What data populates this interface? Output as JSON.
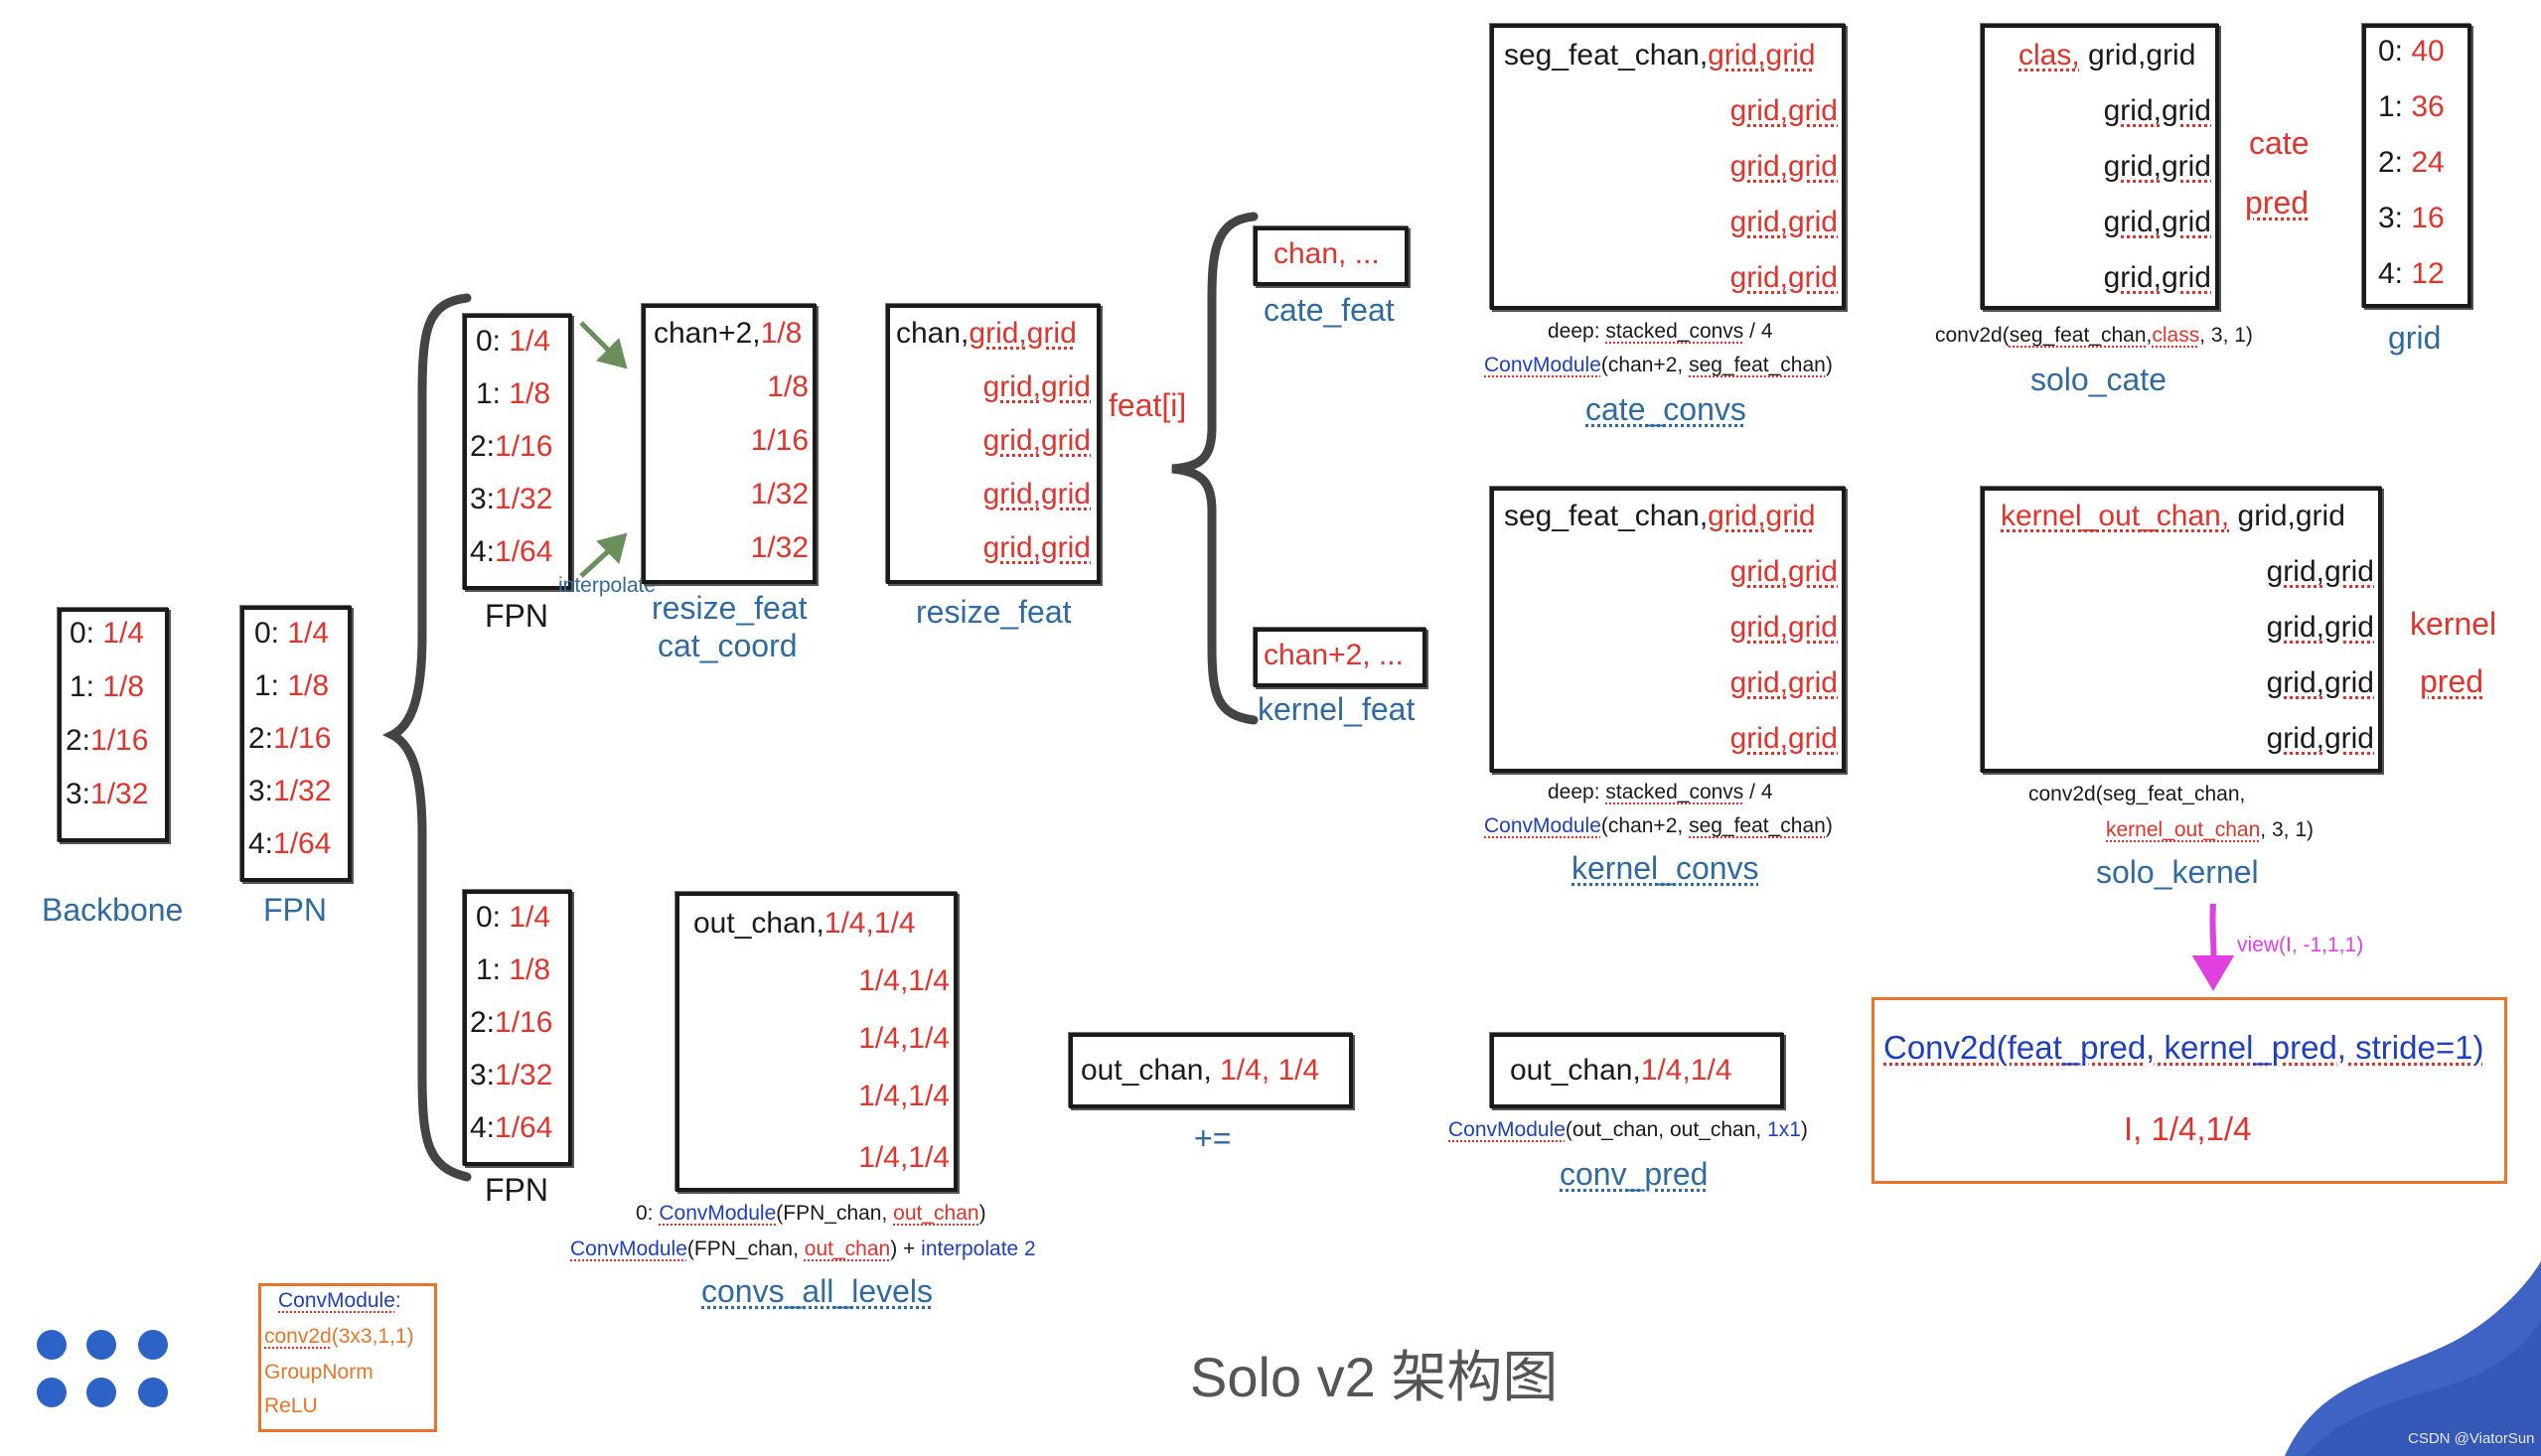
{
  "backbone": {
    "rows": [
      [
        "0: ",
        "1/4"
      ],
      [
        "1: ",
        "1/8"
      ],
      [
        "2:",
        "1/16"
      ],
      [
        "3:",
        "1/32"
      ]
    ],
    "label": "Backbone"
  },
  "fpn_main": {
    "rows": [
      [
        "0: ",
        "1/4"
      ],
      [
        "1: ",
        "1/8"
      ],
      [
        "2:",
        "1/16"
      ],
      [
        "3:",
        "1/32"
      ],
      [
        "4:",
        "1/64"
      ]
    ],
    "label": "FPN"
  },
  "fpn_top": {
    "rows": [
      [
        "0: ",
        "1/4"
      ],
      [
        "1: ",
        "1/8"
      ],
      [
        "2:",
        "1/16"
      ],
      [
        "3:",
        "1/32"
      ],
      [
        "4:",
        "1/64"
      ]
    ],
    "label": "FPN"
  },
  "fpn_bottom": {
    "rows": [
      [
        "0: ",
        "1/4"
      ],
      [
        "1: ",
        "1/8"
      ],
      [
        "2:",
        "1/16"
      ],
      [
        "3:",
        "1/32"
      ],
      [
        "4:",
        "1/64"
      ]
    ],
    "label": "FPN"
  },
  "interpolate_label": "interpolate",
  "resize_cat": {
    "first_black": "chan+2,",
    "first_red": "1/8",
    "rows": [
      "1/8",
      "1/16",
      "1/32",
      "1/32"
    ],
    "label1": "resize_feat",
    "label2": "cat_coord"
  },
  "resize_feat": {
    "first_black": "chan,",
    "first_red": "grid,grid",
    "rows": [
      "grid,grid",
      "grid,grid",
      "grid,grid",
      "grid,grid"
    ],
    "label": "resize_feat"
  },
  "feat_i": "feat[i]",
  "cate_feat": {
    "text": "chan, ...",
    "label": "cate_feat"
  },
  "kernel_feat": {
    "text": "chan+2, ...",
    "label": "kernel_feat"
  },
  "cate_convs": {
    "first_black": "seg_feat_chan,",
    "first_red": "grid,grid",
    "rows": [
      "grid,grid",
      "grid,grid",
      "grid,grid",
      "grid,grid"
    ],
    "note1_a": "deep: ",
    "note1_b": "stacked_convs",
    "note1_c": " / 4",
    "note2_a": "ConvModule",
    "note2_b": "(chan+2, ",
    "note2_c": "seg_feat_chan",
    "note2_d": ")",
    "label": "cate_convs"
  },
  "kernel_convs": {
    "first_black": "seg_feat_chan,",
    "first_red": "grid,grid",
    "rows": [
      "grid,grid",
      "grid,grid",
      "grid,grid",
      "grid,grid"
    ],
    "note1_a": "deep: ",
    "note1_b": "stacked_convs",
    "note1_c": " / 4",
    "note2_a": "ConvModule",
    "note2_b": "(chan+2, ",
    "note2_c": "seg_feat_chan",
    "note2_d": ")",
    "label": "kernel_convs"
  },
  "solo_cate": {
    "first_red": "clas,",
    "first_black": " grid,grid",
    "rows": [
      "grid,grid",
      "grid,grid",
      "grid,grid",
      "grid,grid"
    ],
    "side1": "cate",
    "side2": "pred",
    "note_a": "conv2d(",
    "note_b": "seg_feat_chan",
    "note_c": ",",
    "note_d": "class",
    "note_e": ", 3, 1)",
    "label": "solo_cate"
  },
  "grid": {
    "rows": [
      [
        "0: ",
        "40"
      ],
      [
        "1: ",
        "36"
      ],
      [
        "2: ",
        "24"
      ],
      [
        "3: ",
        "16"
      ],
      [
        "4: ",
        "12"
      ]
    ],
    "label": "grid"
  },
  "solo_kernel": {
    "first_red": "kernel_out_chan,",
    "first_black": " grid,grid",
    "rows": [
      "grid,grid",
      "grid,grid",
      "grid,grid",
      "grid,grid"
    ],
    "side1": "kernel",
    "side2": "pred",
    "note1": "conv2d(seg_feat_chan,",
    "note2_red": "kernel_out_chan",
    "note2_b": ", 3, 1)",
    "label": "solo_kernel"
  },
  "view_label": "view(I, -1,1,1)",
  "final": {
    "line1": "Conv2d(feat_pred, kernel_pred, stride=1)",
    "line2": "I, 1/4,1/4"
  },
  "convs_all_levels": {
    "first_black": "out_chan,",
    "first_red": "1/4,1/4",
    "rows": [
      "1/4,1/4",
      "1/4,1/4",
      "1/4,1/4",
      "1/4,1/4"
    ],
    "note1_a": "0: ",
    "note1_b": "ConvModule",
    "note1_c": "(FPN_chan, ",
    "note1_d": "out_chan",
    "note1_e": ")",
    "note2_a": "ConvModule",
    "note2_b": "(FPN_chan, ",
    "note2_c": "out_chan",
    "note2_d": ") + ",
    "note2_e": "interpolate 2",
    "label": "convs_all_levels"
  },
  "sum_box": {
    "black": "out_chan,",
    "red": " 1/4, 1/4",
    "label": "+="
  },
  "conv_pred": {
    "black": "out_chan,",
    "red": "1/4,1/4",
    "note_a": "ConvModule",
    "note_b": "(out_chan, out_chan, ",
    "note_c": "1x1",
    "note_d": ")",
    "label": "conv_pred"
  },
  "legend": {
    "title": "ConvModule",
    "title_colon": ":",
    "l1": "conv2d",
    "l1b": "(3x3,1,1)",
    "l2": "GroupNorm",
    "l3": "ReLU"
  },
  "page_title": "Solo v2 架构图",
  "watermark": "CSDN @ViatorSun",
  "colors": {
    "red": "#e0342c",
    "blue": "#2f6aa1",
    "navy": "#1f3fbf",
    "orange": "#e8762a",
    "dots": "#2d63c6",
    "wave": "#3f63c4"
  }
}
